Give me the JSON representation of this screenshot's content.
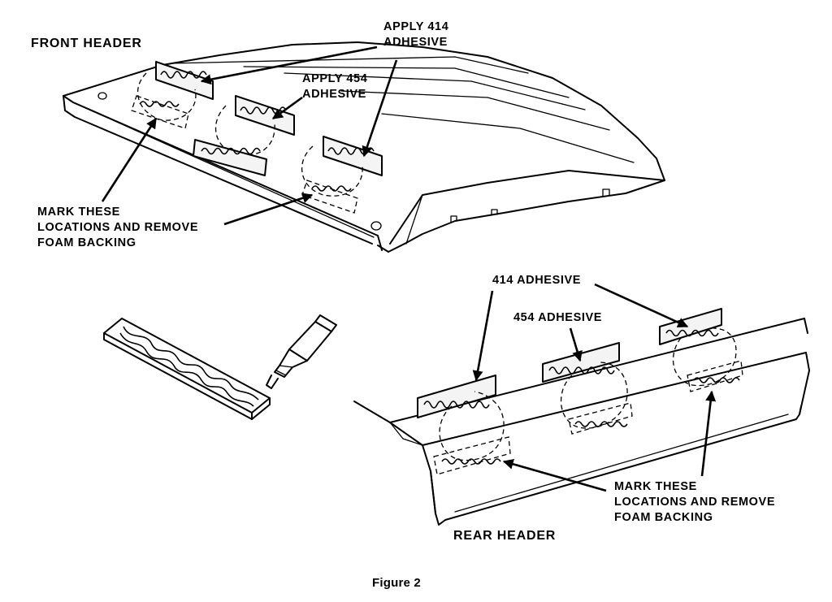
{
  "figure": {
    "caption": "Figure 2"
  },
  "front_header": {
    "title": "FRONT HEADER",
    "apply_414": [
      "APPLY 414",
      "ADHESIVE"
    ],
    "apply_454": [
      "APPLY 454",
      "ADHESIVE"
    ],
    "mark_note": [
      "MARK THESE",
      "LOCATIONS AND REMOVE",
      "FOAM BACKING"
    ]
  },
  "rear_header": {
    "title": "REAR HEADER",
    "adhesive_414": "414 ADHESIVE",
    "adhesive_454": "454 ADHESIVE",
    "mark_note": [
      "MARK THESE",
      "LOCATIONS AND REMOVE",
      "FOAM BACKING"
    ]
  }
}
